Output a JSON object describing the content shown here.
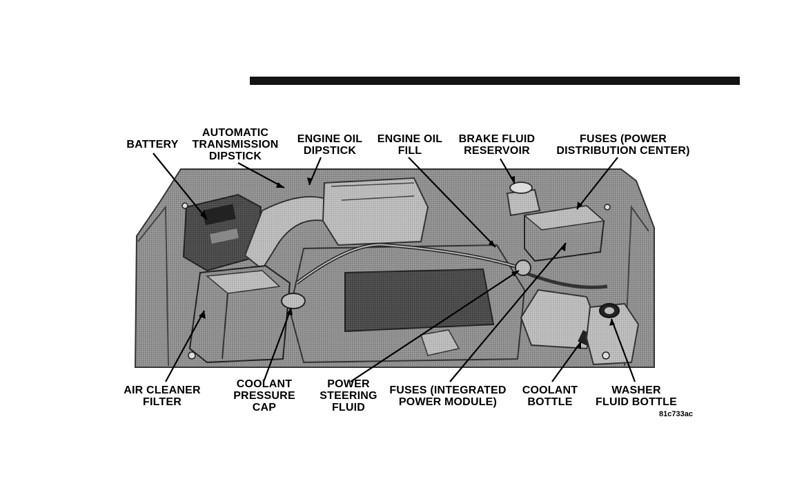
{
  "labels": {
    "battery": [
      "BATTERY"
    ],
    "automatic_transmission_dipstick": [
      "AUTOMATIC",
      "TRANSMISSION",
      "DIPSTICK"
    ],
    "engine_oil_dipstick": [
      "ENGINE OIL",
      "DIPSTICK"
    ],
    "engine_oil_fill": [
      "ENGINE OIL",
      "FILL"
    ],
    "brake_fluid_reservoir": [
      "BRAKE FLUID",
      "RESERVOIR"
    ],
    "fuses_pdc": [
      "FUSES (POWER",
      "DISTRIBUTION CENTER)"
    ],
    "air_cleaner_filter": [
      "AIR CLEANER",
      "FILTER"
    ],
    "coolant_pressure_cap": [
      "COOLANT",
      "PRESSURE",
      "CAP"
    ],
    "power_steering_fluid": [
      "POWER",
      "STEERING",
      "FLUID"
    ],
    "fuses_ipm": [
      "FUSES (INTEGRATED",
      "POWER MODULE)"
    ],
    "coolant_bottle": [
      "COOLANT",
      "BOTTLE"
    ],
    "washer_fluid_bottle": [
      "WASHER",
      "FLUID BOTTLE"
    ]
  },
  "figure_code": "81c733ac"
}
